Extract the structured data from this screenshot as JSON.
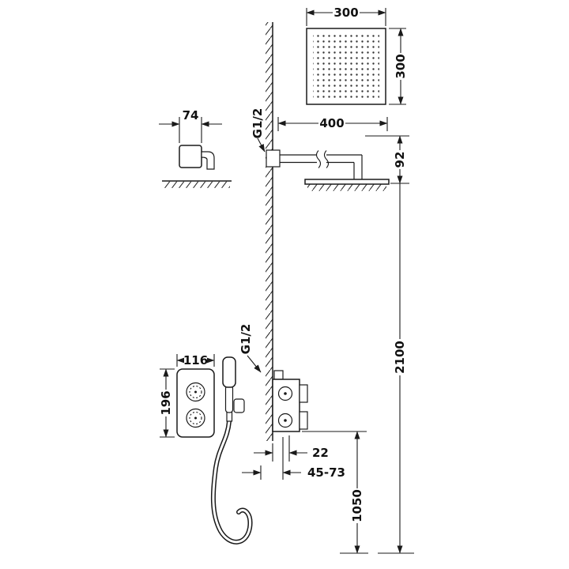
{
  "dimensions": {
    "head_width": "300",
    "head_height": "300",
    "spout_projection": "74",
    "top_thread": "G1/2",
    "arm_length": "400",
    "arm_drop": "92",
    "total_height": "2100",
    "bottom_thread": "G1/2",
    "plate_width": "116",
    "plate_height": "196",
    "wall_offset": "22",
    "rough_in_depth": "45-73",
    "valve_height": "1050"
  }
}
